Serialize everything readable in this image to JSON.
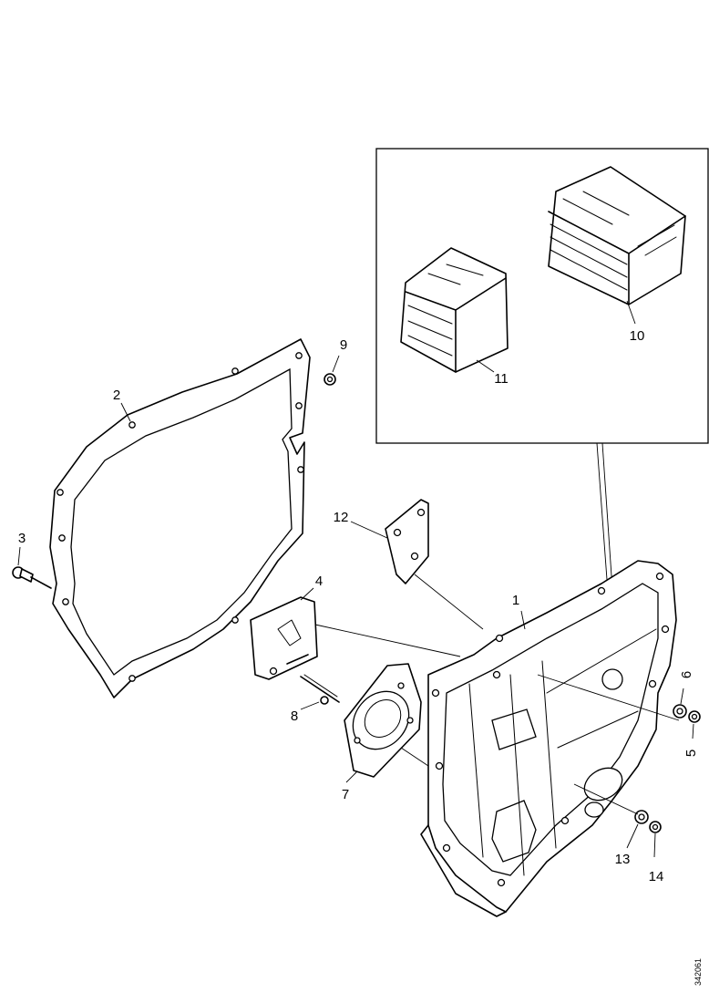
{
  "callouts": {
    "c1": "1",
    "c2": "2",
    "c3": "3",
    "c4": "4",
    "c5": "5",
    "c6": "6",
    "c7": "7",
    "c8": "8",
    "c9": "9",
    "c10": "10",
    "c11": "11",
    "c12": "12",
    "c13": "13",
    "c14": "14"
  },
  "drawing_id": "342061"
}
